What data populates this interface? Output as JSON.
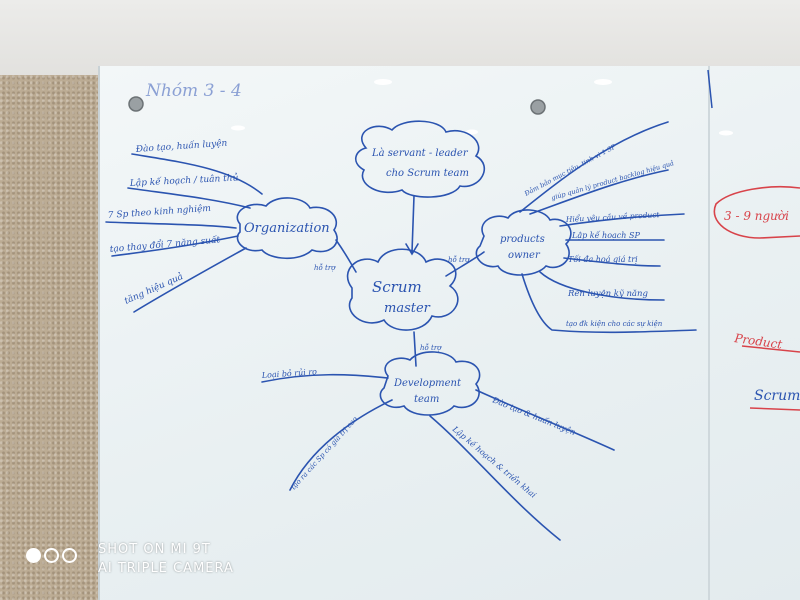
{
  "photo": {
    "heading": "Nhóm 3 - 4",
    "center": [
      "Scrum",
      "master"
    ],
    "top_node": [
      "Là servant - leader",
      "cho Scrum team"
    ],
    "organization": "Organization",
    "organization_items": [
      "Đào tạo, huấn luyện",
      "Lập kế hoạch / tuân thủ",
      "7 Sp theo kinh nghiệm",
      "tạo thay đổi 7 năng suất",
      "tăng hiệu quả"
    ],
    "organization_link": "hỗ trợ",
    "product_owner": [
      "products",
      "owner"
    ],
    "product_owner_link": "hỗ trợ",
    "product_owner_items": [
      "Đảm bảo mục tiêu, tinh vi 1 SP",
      "giúp quản lý product backlog hiệu quả",
      "Hiểu yêu cầu về product",
      "Lập kế hoạch SP",
      "Tối đa hoá giá trị",
      "Rèn luyện kỹ năng",
      "tạo đk kiện cho các sự kiện"
    ],
    "dev_team": [
      "Development",
      "team"
    ],
    "dev_team_link": "hỗ trợ",
    "dev_team_items": [
      "Loại bỏ rủi ro",
      "tạo ra các Sp có giá trị cao",
      "Lập kế hoạch & triển khai",
      "Đào tạo & huấn luyện"
    ],
    "right_board": [
      "3 - 9 người",
      "Product",
      "Scrum"
    ]
  },
  "watermark": {
    "line1": "SHOT ON MI 9T",
    "line2": "AI TRIPLE CAMERA"
  },
  "colors": {
    "ink": "#2b54b0",
    "red_ink": "#d8434a"
  }
}
